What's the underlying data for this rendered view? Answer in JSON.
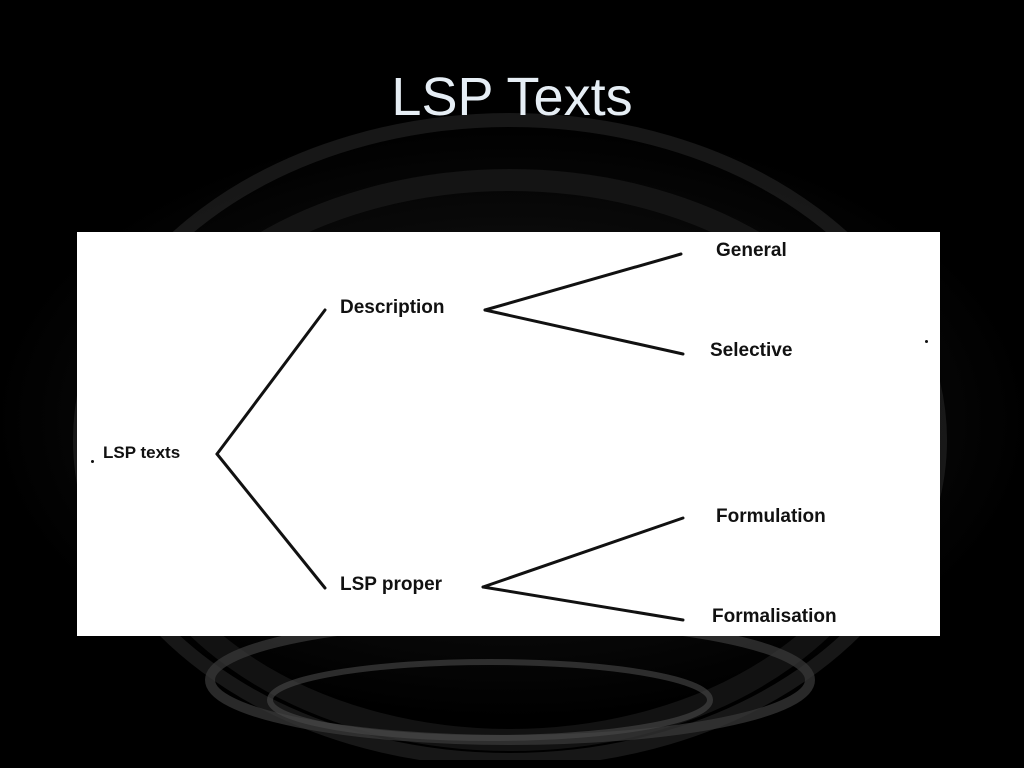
{
  "slide": {
    "title": "LSP Texts"
  },
  "diagram": {
    "root": {
      "label": "LSP texts"
    },
    "branches": [
      {
        "label": "Description",
        "children": [
          {
            "label": "General"
          },
          {
            "label": "Selective"
          }
        ]
      },
      {
        "label": "LSP proper",
        "children": [
          {
            "label": "Formulation"
          },
          {
            "label": "Formalisation"
          }
        ]
      }
    ]
  },
  "colors": {
    "background": "#000000",
    "title_text": "#e6eef5",
    "panel": "#ffffff",
    "lines": "#111111"
  }
}
